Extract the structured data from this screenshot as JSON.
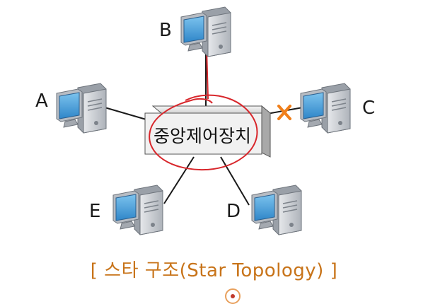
{
  "hub": {
    "label": "중앙제어장치"
  },
  "nodes": {
    "a": "A",
    "b": "B",
    "c": "C",
    "d": "D",
    "e": "E"
  },
  "caption": {
    "open": "[",
    "text": " 스타 구조(Star Topology) ",
    "close": "]"
  },
  "colors": {
    "caption": "#c8741a",
    "annotation_red": "#d8262b",
    "broken_marker": "#f07f1a",
    "screen_blue": "#4aa3df",
    "case_gray": "#c9cdd3"
  },
  "annotations": {
    "broken_link_marker": "x-mark-icon",
    "hub_highlight": "red-circle-annotation"
  }
}
